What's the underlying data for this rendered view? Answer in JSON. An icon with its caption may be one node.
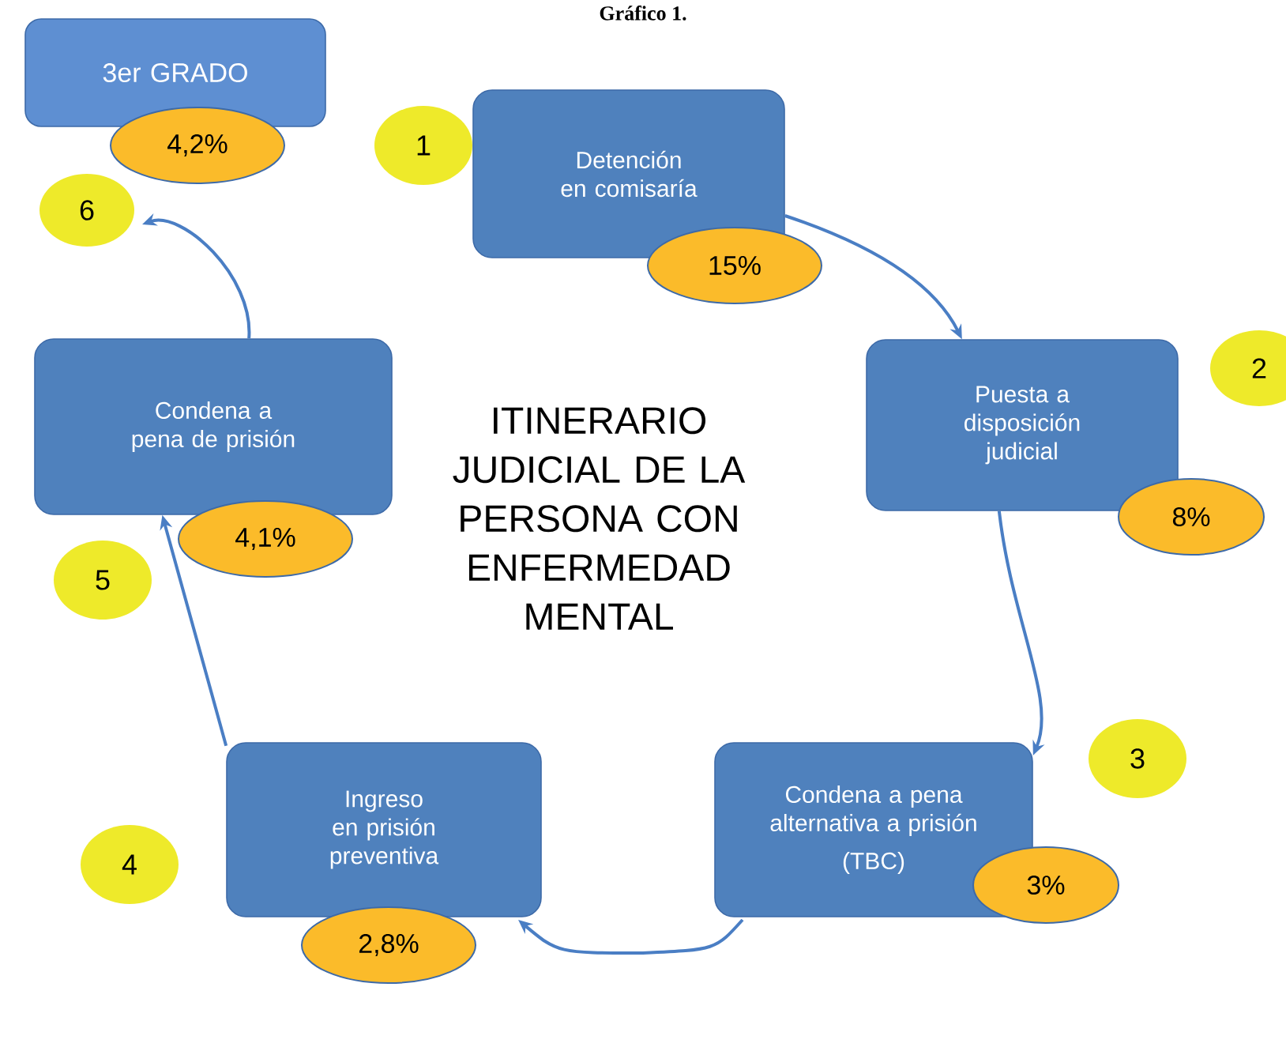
{
  "diagram": {
    "title": "Gráfico 1.",
    "nodes": [
      {
        "text": [
          "3er GRADO"
        ]
      },
      {
        "text": [
          "4,2%"
        ]
      },
      {
        "text": [
          "6"
        ]
      },
      {
        "text": [
          "1"
        ]
      },
      {
        "text": [
          "Detención en comisaría"
        ]
      },
      {
        "text": [
          "15%"
        ]
      },
      {
        "text": [
          "Puesta a disposición judicial"
        ]
      },
      {
        "text": [
          "8%"
        ]
      },
      {
        "text": [
          "2"
        ]
      },
      {
        "text": [
          "Condena a pena alternativa a prisión",
          "(TBC)"
        ]
      },
      {
        "text": [
          "3%"
        ]
      },
      {
        "text": [
          "3"
        ]
      },
      {
        "text": [
          "4"
        ]
      },
      {
        "text": [
          "Ingreso en prisión preventiva"
        ]
      },
      {
        "text": [
          "2,8%"
        ]
      },
      {
        "text": [
          "Condena a pena de prisión"
        ]
      },
      {
        "text": [
          "4,1%"
        ]
      },
      {
        "text": [
          "5"
        ]
      }
    ],
    "edges": [
      {
        "from": 4,
        "to": 6,
        "arrow": "to"
      },
      {
        "from": 6,
        "to": 9,
        "arrow": "to"
      },
      {
        "from": 9,
        "to": 13,
        "arrow": "to"
      },
      {
        "from": 13,
        "to": 15,
        "arrow": "to"
      },
      {
        "from": 15,
        "to": 2,
        "arrow": "to"
      }
    ],
    "labels": [
      "ITINERARIO JUDICIAL DE LA PERSONA CON ENFERMEDAD MENTAL"
    ]
  }
}
